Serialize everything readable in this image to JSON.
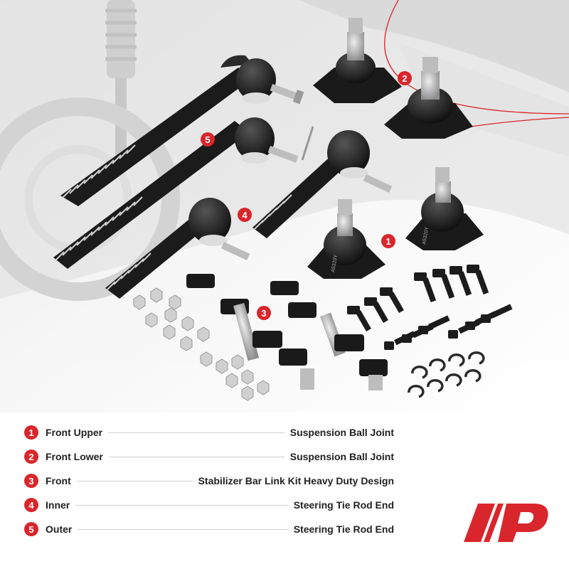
{
  "legend": {
    "items": [
      {
        "num": "1",
        "label": "Front Upper",
        "value": "Suspension Ball Joint"
      },
      {
        "num": "2",
        "label": "Front Lower",
        "value": "Suspension Ball Joint"
      },
      {
        "num": "3",
        "label": "Front",
        "value": "Stabilizer Bar Link Kit Heavy Duty Design"
      },
      {
        "num": "4",
        "label": "Inner",
        "value": "Steering Tie Rod End"
      },
      {
        "num": "5",
        "label": "Outer",
        "value": "Steering Tie Rod End"
      }
    ]
  },
  "callouts": [
    "1",
    "2",
    "3",
    "4",
    "5"
  ],
  "part_markings": {
    "ball_joint_1": "A5320Y",
    "ball_joint_2": "A5320Y"
  },
  "colors": {
    "accent": "#d9262c",
    "text": "#222222",
    "rule": "#cfcfcf"
  },
  "logo": {
    "name": "A-Premium logo"
  }
}
